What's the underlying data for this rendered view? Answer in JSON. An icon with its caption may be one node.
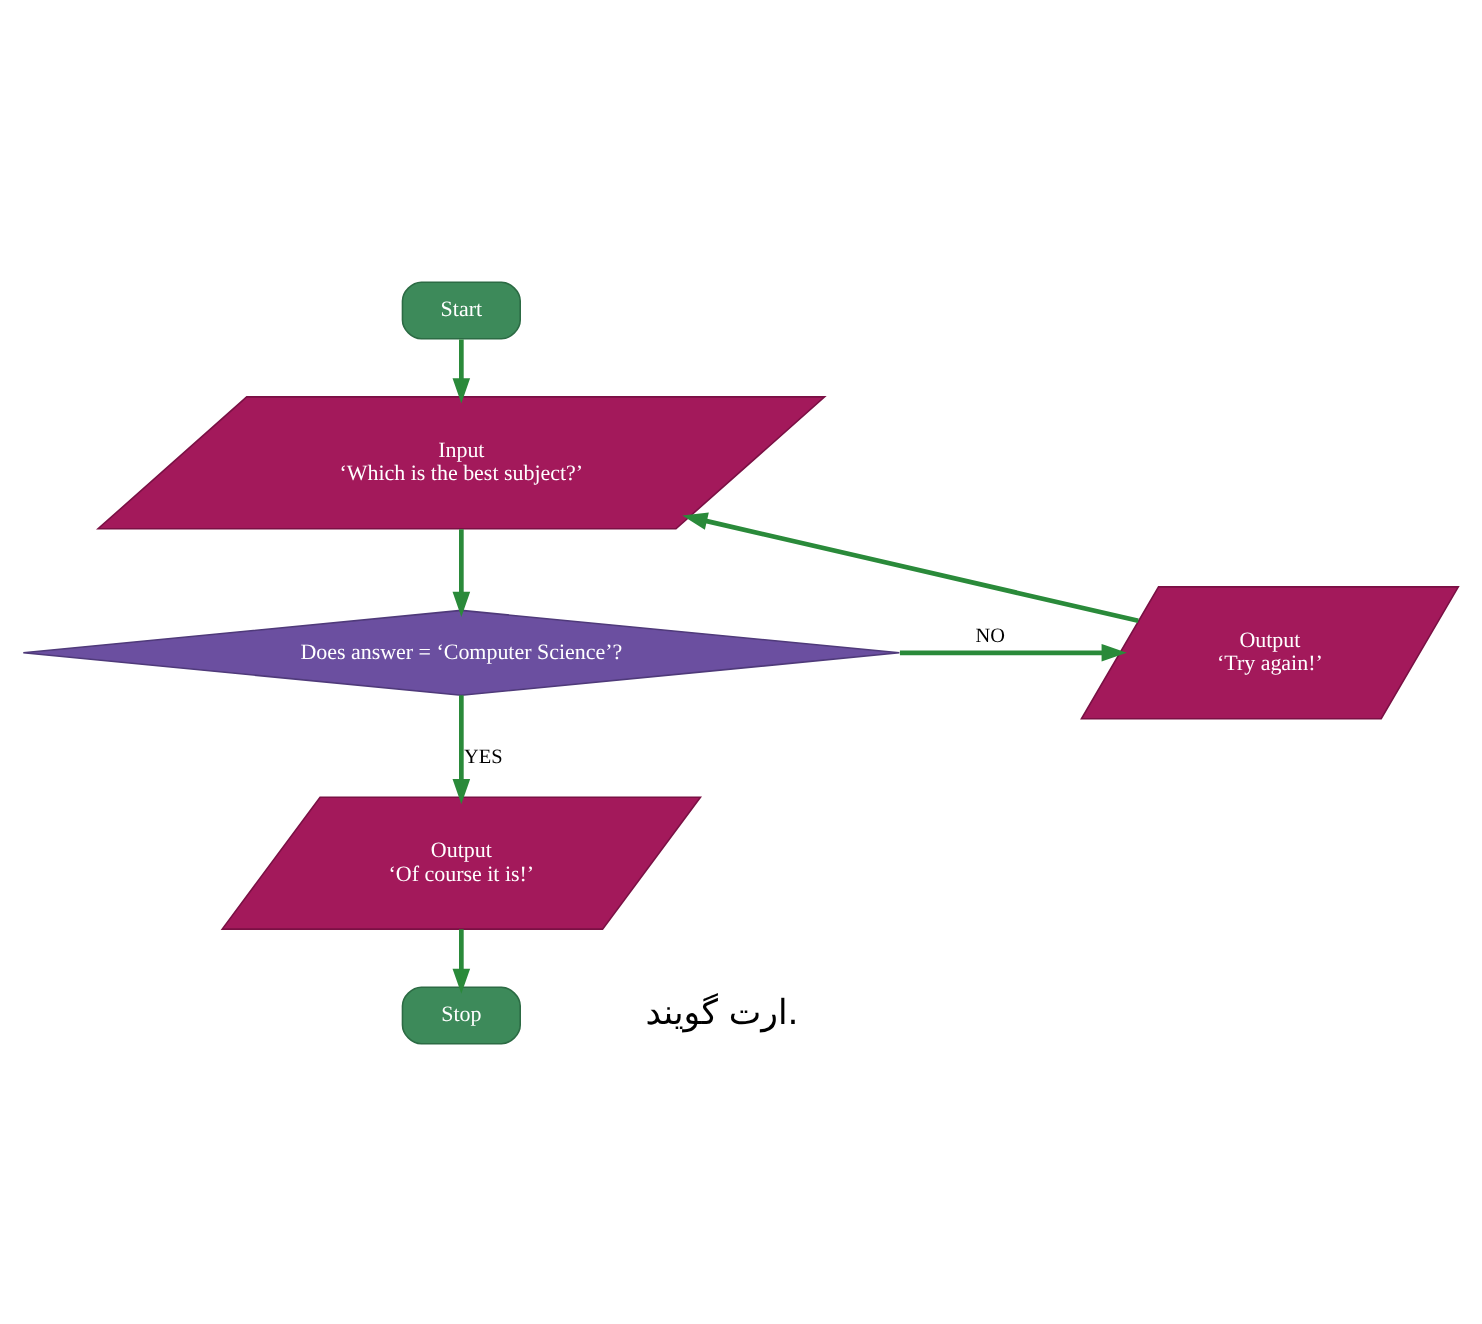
{
  "diagram": {
    "nodes": [
      {
        "text": [
          "Start"
        ]
      },
      {
        "text": [
          "Input",
          "‘Which is the best subject?’"
        ]
      },
      {
        "text": [
          "Does answer = ‘Computer Science’?"
        ]
      },
      {
        "text": [
          "Output",
          "‘Try again!’"
        ]
      },
      {
        "text": [
          "Output",
          "‘Of course it is!’"
        ]
      },
      {
        "text": [
          "Stop"
        ]
      }
    ],
    "edges": [
      {
        "from": 0,
        "to": 1,
        "arrow": "to"
      },
      {
        "from": 1,
        "to": 2,
        "arrow": "to"
      },
      {
        "from": 2,
        "to": 3,
        "arrow": "to",
        "label": "NO"
      },
      {
        "from": 3,
        "to": 1,
        "arrow": "to"
      },
      {
        "from": 2,
        "to": 4,
        "arrow": "to",
        "label": "YES"
      },
      {
        "from": 4,
        "to": 5,
        "arrow": "to"
      }
    ],
    "labels": [
      "ارت گویند."
    ]
  }
}
